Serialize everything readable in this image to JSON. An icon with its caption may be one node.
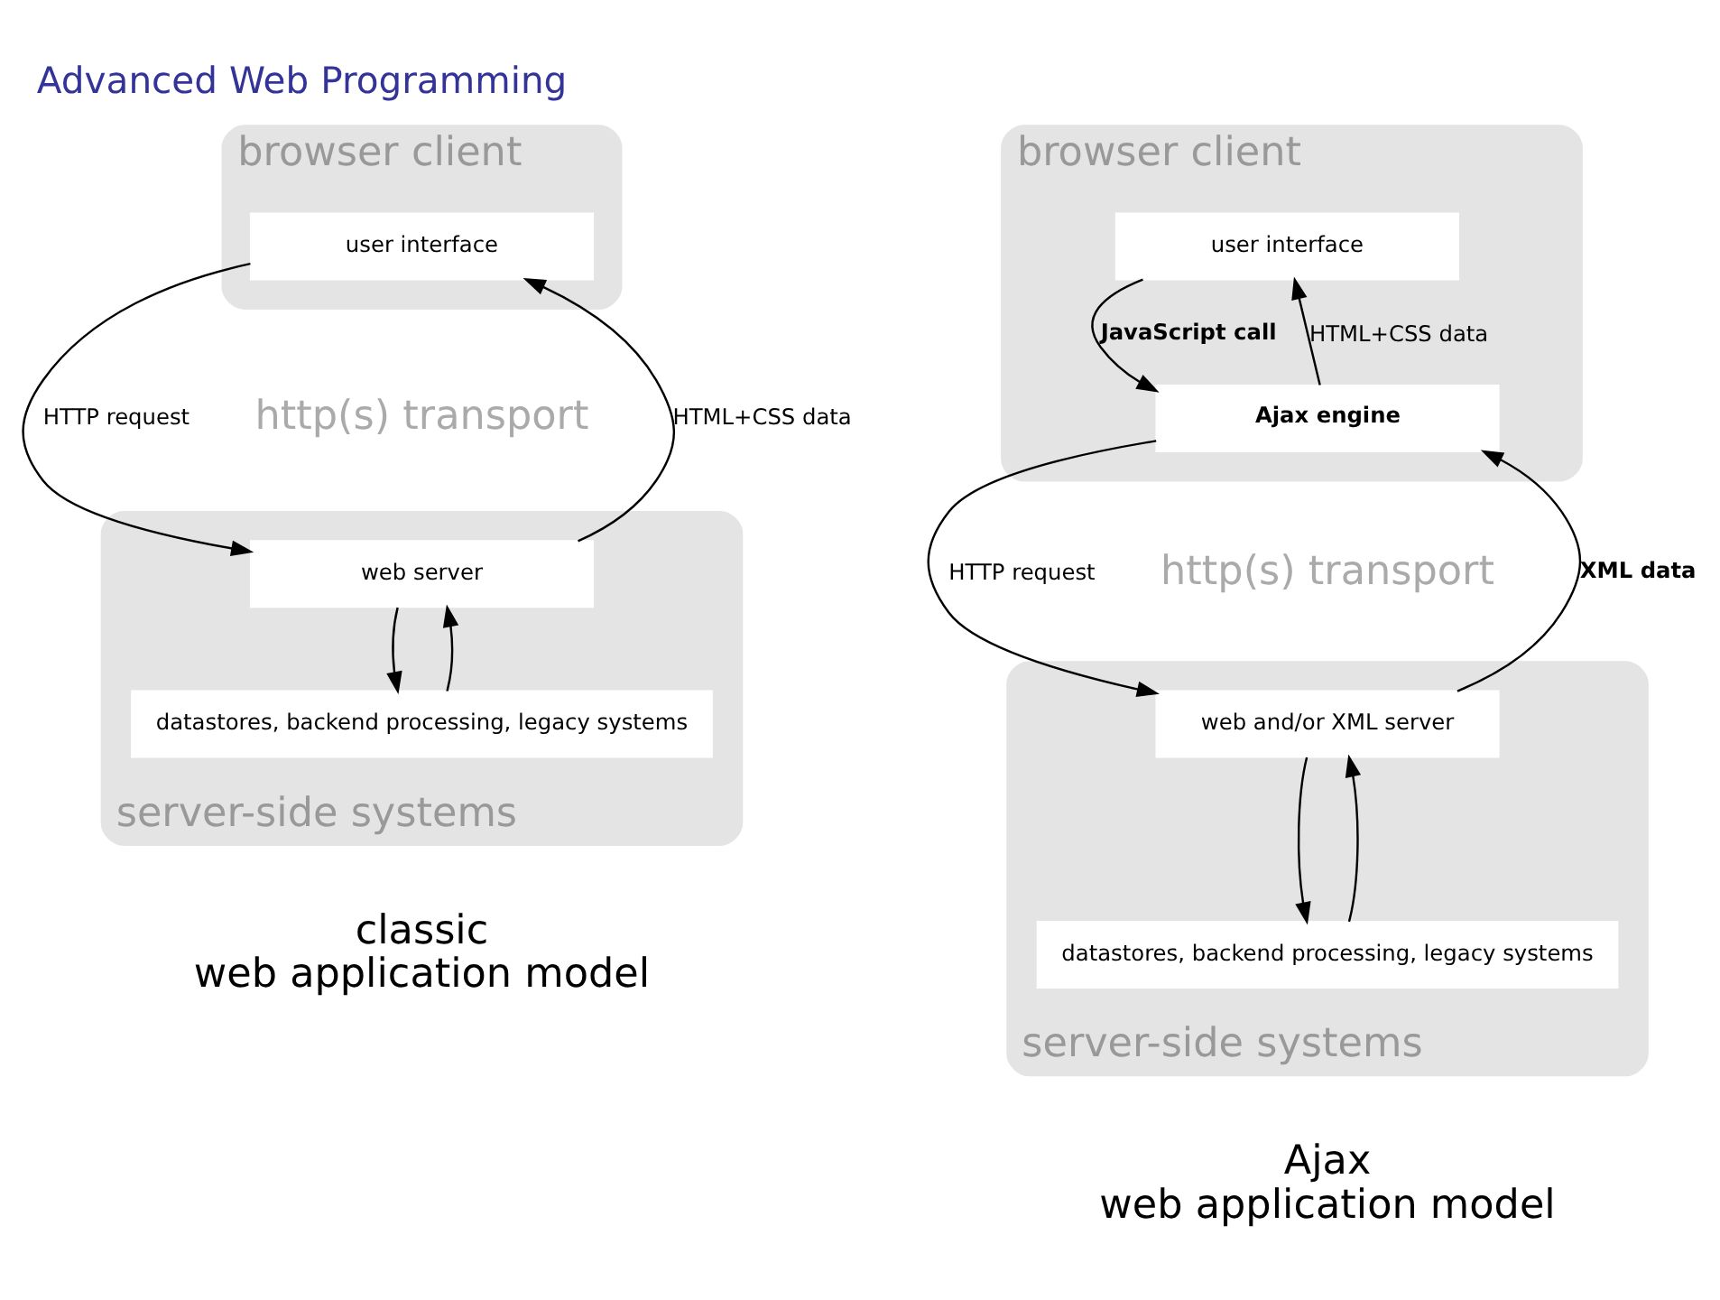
{
  "diagram": {
    "title": "Advanced Web Programming",
    "nodes": [
      {
        "text": [
          "browser client"
        ]
      },
      {
        "text": [
          "user interface"
        ],
        "in": 0
      },
      {
        "text": [
          "server-side systems"
        ]
      },
      {
        "text": [
          "web server"
        ],
        "in": 2
      },
      {
        "text": [
          "datastores, backend processing, legacy systems"
        ],
        "in": 2
      },
      {
        "text": [
          "browser client"
        ]
      },
      {
        "text": [
          "user interface"
        ],
        "in": 5
      },
      {
        "text": [
          "Ajax engine"
        ],
        "in": 5
      },
      {
        "text": [
          "server-side systems"
        ]
      },
      {
        "text": [
          "web and/or XML server"
        ],
        "in": 8
      },
      {
        "text": [
          "datastores, backend processing, legacy systems"
        ],
        "in": 8
      }
    ],
    "edges": [
      {
        "from": 1,
        "to": 3,
        "arrow": "to",
        "label": "HTTP request"
      },
      {
        "from": 3,
        "to": 1,
        "arrow": "to",
        "label": "HTML+CSS data"
      },
      {
        "from": 3,
        "to": 4,
        "arrow": "to"
      },
      {
        "from": 4,
        "to": 3,
        "arrow": "to"
      },
      {
        "from": 6,
        "to": 7,
        "arrow": "to",
        "label": "JavaScript call"
      },
      {
        "from": 7,
        "to": 6,
        "arrow": "to",
        "label": "HTML+CSS data"
      },
      {
        "from": 7,
        "to": 9,
        "arrow": "to",
        "label": "HTTP request"
      },
      {
        "from": 9,
        "to": 7,
        "arrow": "to",
        "label": "XML data"
      },
      {
        "from": 9,
        "to": 10,
        "arrow": "to"
      },
      {
        "from": 10,
        "to": 9,
        "arrow": "to"
      }
    ],
    "labels": [
      "http(s) transport",
      "http(s) transport",
      "classic web application model",
      "Ajax web application model"
    ]
  }
}
